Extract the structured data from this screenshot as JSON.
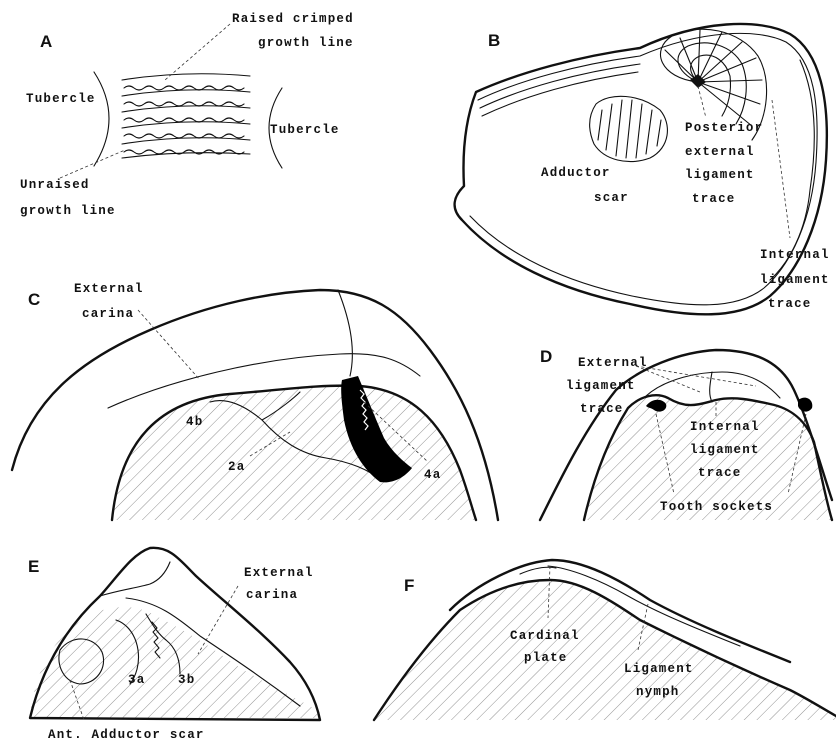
{
  "panels": {
    "a": {
      "letter": "A",
      "labels": {
        "raised_line1": "Raised crimped",
        "raised_line2": "growth line",
        "tubercle_left": "Tubercle",
        "tubercle_right": "Tubercle",
        "unraised_line1": "Unraised",
        "unraised_line2": "growth line"
      }
    },
    "b": {
      "letter": "B",
      "labels": {
        "adductor_line1": "Adductor",
        "adductor_line2": "scar",
        "posterior_line1": "Posterior",
        "posterior_line2": "external",
        "posterior_line3": "ligament",
        "posterior_line4": "trace",
        "internal_line1": "Internal",
        "internal_line2": "ligament",
        "internal_line3": "trace"
      }
    },
    "c": {
      "letter": "C",
      "labels": {
        "external_line1": "External",
        "external_line2": "carina",
        "tooth_4b": "4b",
        "tooth_2a": "2a",
        "tooth_4a": "4a"
      }
    },
    "d": {
      "letter": "D",
      "labels": {
        "external_line1": "External",
        "external_line2": "ligament",
        "external_line3": "trace",
        "internal_line1": "Internal",
        "internal_line2": "ligament",
        "internal_line3": "trace",
        "tooth_sockets": "Tooth sockets"
      }
    },
    "e": {
      "letter": "E",
      "labels": {
        "external_line1": "External",
        "external_line2": "carina",
        "tooth_3a": "3a",
        "tooth_3b": "3b",
        "ant_adductor": "Ant. Adductor scar"
      }
    },
    "f": {
      "letter": "F",
      "labels": {
        "cardinal_line1": "Cardinal",
        "cardinal_line2": "plate",
        "ligament_line1": "Ligament",
        "ligament_line2": "nymph"
      }
    }
  }
}
